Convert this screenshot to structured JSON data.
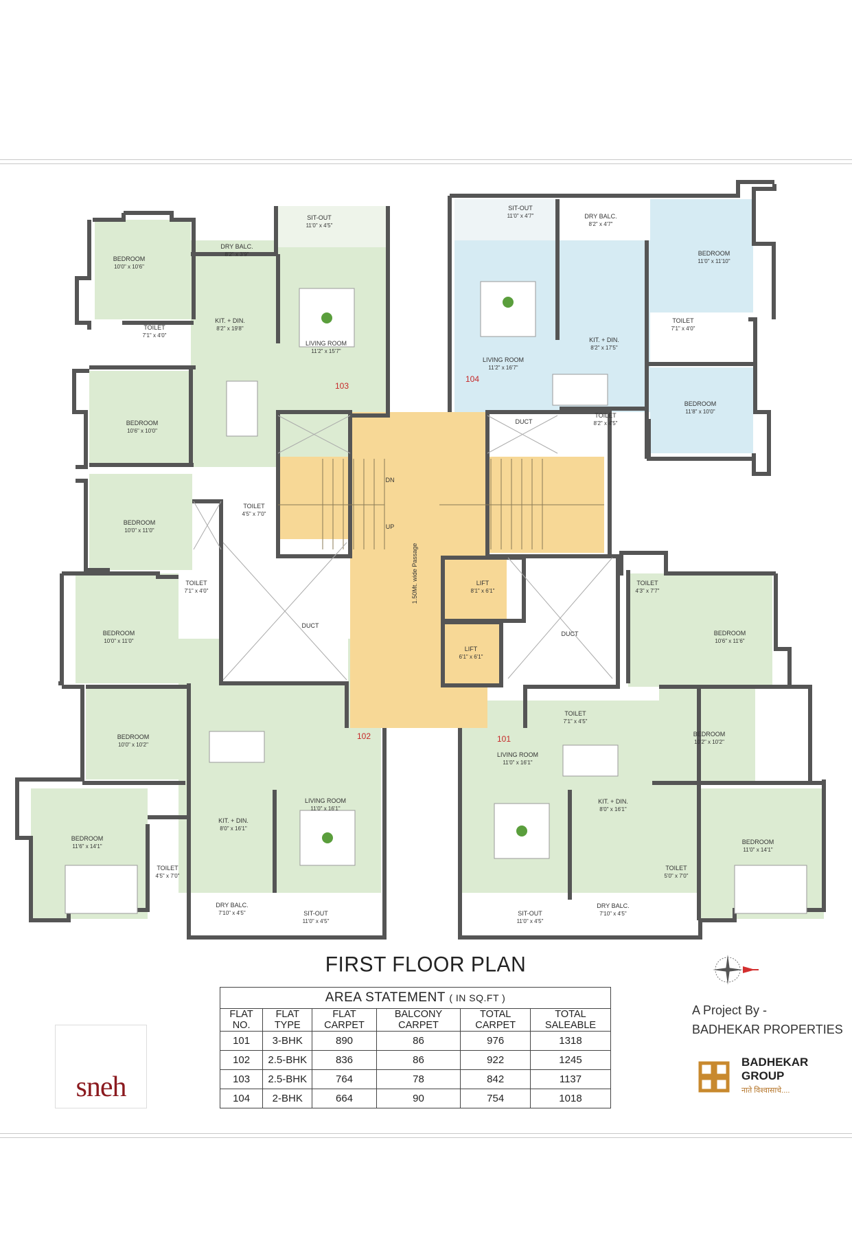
{
  "plan": {
    "title": "FIRST FLOOR PLAN",
    "flats": {
      "f101": "101",
      "f102": "102",
      "f103": "103",
      "f104": "104"
    },
    "rooms": {
      "f103_sitout": {
        "name": "SIT-OUT",
        "size": "11'0\" x 4'5\""
      },
      "f103_drybalc": {
        "name": "DRY BALC.",
        "size": "8'2\" x 3'9\""
      },
      "f103_bed1": {
        "name": "BEDROOM",
        "size": "10'0\" x 10'6\""
      },
      "f103_kit": {
        "name": "KIT. + DIN.",
        "size": "8'2\" x 19'8\""
      },
      "f103_living": {
        "name": "LIVING ROOM",
        "size": "11'2\" x 15'7\""
      },
      "f103_toilet1": {
        "name": "TOILET",
        "size": "7'1\" x 4'0\""
      },
      "f103_bed2": {
        "name": "BEDROOM",
        "size": "10'6\" x 10'0\""
      },
      "f103_toilet2": {
        "name": "TOILET",
        "size": "4'5\" x 7'0\""
      },
      "f103_bed3": {
        "name": "BEDROOM",
        "size": "10'0\" x 11'0\""
      },
      "f104_sitout": {
        "name": "SIT-OUT",
        "size": "11'0\" x 4'7\""
      },
      "f104_drybalc": {
        "name": "DRY BALC.",
        "size": "8'2\" x 4'7\""
      },
      "f104_bed1": {
        "name": "BEDROOM",
        "size": "11'0\" x 11'10\""
      },
      "f104_toilet1": {
        "name": "TOILET",
        "size": "7'1\" x 4'0\""
      },
      "f104_kit": {
        "name": "KIT. + DIN.",
        "size": "8'2\" x 17'5\""
      },
      "f104_living": {
        "name": "LIVING ROOM",
        "size": "11'2\" x 16'7\""
      },
      "f104_bed2": {
        "name": "BEDROOM",
        "size": "11'8\" x 10'0\""
      },
      "f104_toilet2": {
        "name": "TOILET",
        "size": "8'2\" x 4'5\""
      },
      "duct_top": {
        "name": "DUCT",
        "size": ""
      },
      "duct_left": {
        "name": "DUCT",
        "size": ""
      },
      "duct_right": {
        "name": "DUCT",
        "size": ""
      },
      "lift1": {
        "name": "LIFT",
        "size": "8'1\" x 6'1\""
      },
      "lift2": {
        "name": "LIFT",
        "size": "6'1\" x 6'1\""
      },
      "passage": {
        "name": "1.50Mt. wide Passage",
        "size": ""
      },
      "stair_dn": {
        "name": "DN",
        "size": ""
      },
      "stair_up": {
        "name": "UP",
        "size": ""
      },
      "f102_toilet1": {
        "name": "TOILET",
        "size": "7'1\" x 4'0\""
      },
      "f102_bed1": {
        "name": "BEDROOM",
        "size": "10'0\" x 11'0\""
      },
      "f102_bed2": {
        "name": "BEDROOM",
        "size": "10'0\" x 10'2\""
      },
      "f102_bed3": {
        "name": "BEDROOM",
        "size": "11'6\" x 14'1\""
      },
      "f102_kit": {
        "name": "KIT. + DIN.",
        "size": "8'0\" x 16'1\""
      },
      "f102_living": {
        "name": "LIVING ROOM",
        "size": "11'0\" x 16'1\""
      },
      "f102_toilet2": {
        "name": "TOILET",
        "size": "4'5\" x 7'0\""
      },
      "f102_drybalc": {
        "name": "DRY BALC.",
        "size": "7'10\" x 4'5\""
      },
      "f102_sitout": {
        "name": "SIT-OUT",
        "size": "11'0\" x 4'5\""
      },
      "f101_toilet1": {
        "name": "TOILET",
        "size": "4'3\" x 7'7\""
      },
      "f101_bed1": {
        "name": "BEDROOM",
        "size": "10'6\" x 11'6\""
      },
      "f101_toilet2": {
        "name": "TOILET",
        "size": "7'1\" x 4'5\""
      },
      "f101_bed2": {
        "name": "BEDROOM",
        "size": "10'2\" x 10'2\""
      },
      "f101_living": {
        "name": "LIVING ROOM",
        "size": "11'0\" x 16'1\""
      },
      "f101_kit": {
        "name": "KIT. + DIN.",
        "size": "8'0\" x 16'1\""
      },
      "f101_bed3": {
        "name": "BEDROOM",
        "size": "11'0\" x 14'1\""
      },
      "f101_toilet3": {
        "name": "TOILET",
        "size": "5'0\" x 7'0\""
      },
      "f101_sitout": {
        "name": "SIT-OUT",
        "size": "11'0\" x 4'5\""
      },
      "f101_drybalc": {
        "name": "DRY BALC.",
        "size": "7'10\" x 4'5\""
      }
    },
    "colors": {
      "green": "#dcebd2",
      "blue": "#d6ebf3",
      "core": "#f7d896",
      "wall": "#555555"
    }
  },
  "area_statement": {
    "caption": "AREA  STATEMENT",
    "unit": "( IN SQ.FT )",
    "headers": [
      "FLAT NO.",
      "FLAT  TYPE",
      "FLAT CARPET",
      "BALCONY CARPET",
      "TOTAL CARPET",
      "TOTAL SALEABLE"
    ],
    "rows": [
      [
        "101",
        "3-BHK",
        "890",
        "86",
        "976",
        "1318"
      ],
      [
        "102",
        "2.5-BHK",
        "836",
        "86",
        "922",
        "1245"
      ],
      [
        "103",
        "2.5-BHK",
        "764",
        "78",
        "842",
        "1137"
      ],
      [
        "104",
        "2-BHK",
        "664",
        "90",
        "754",
        "1018"
      ]
    ]
  },
  "branding": {
    "logo_text": "sneh",
    "project_by": "A Project By -",
    "developer": "BADHEKAR PROPERTIES",
    "group_line1": "BADHEKAR",
    "group_line2": "GROUP",
    "group_tagline": "नाते विश्वासाचे....",
    "logo_color": "#8b1a1f",
    "group_color": "#c8892e"
  }
}
